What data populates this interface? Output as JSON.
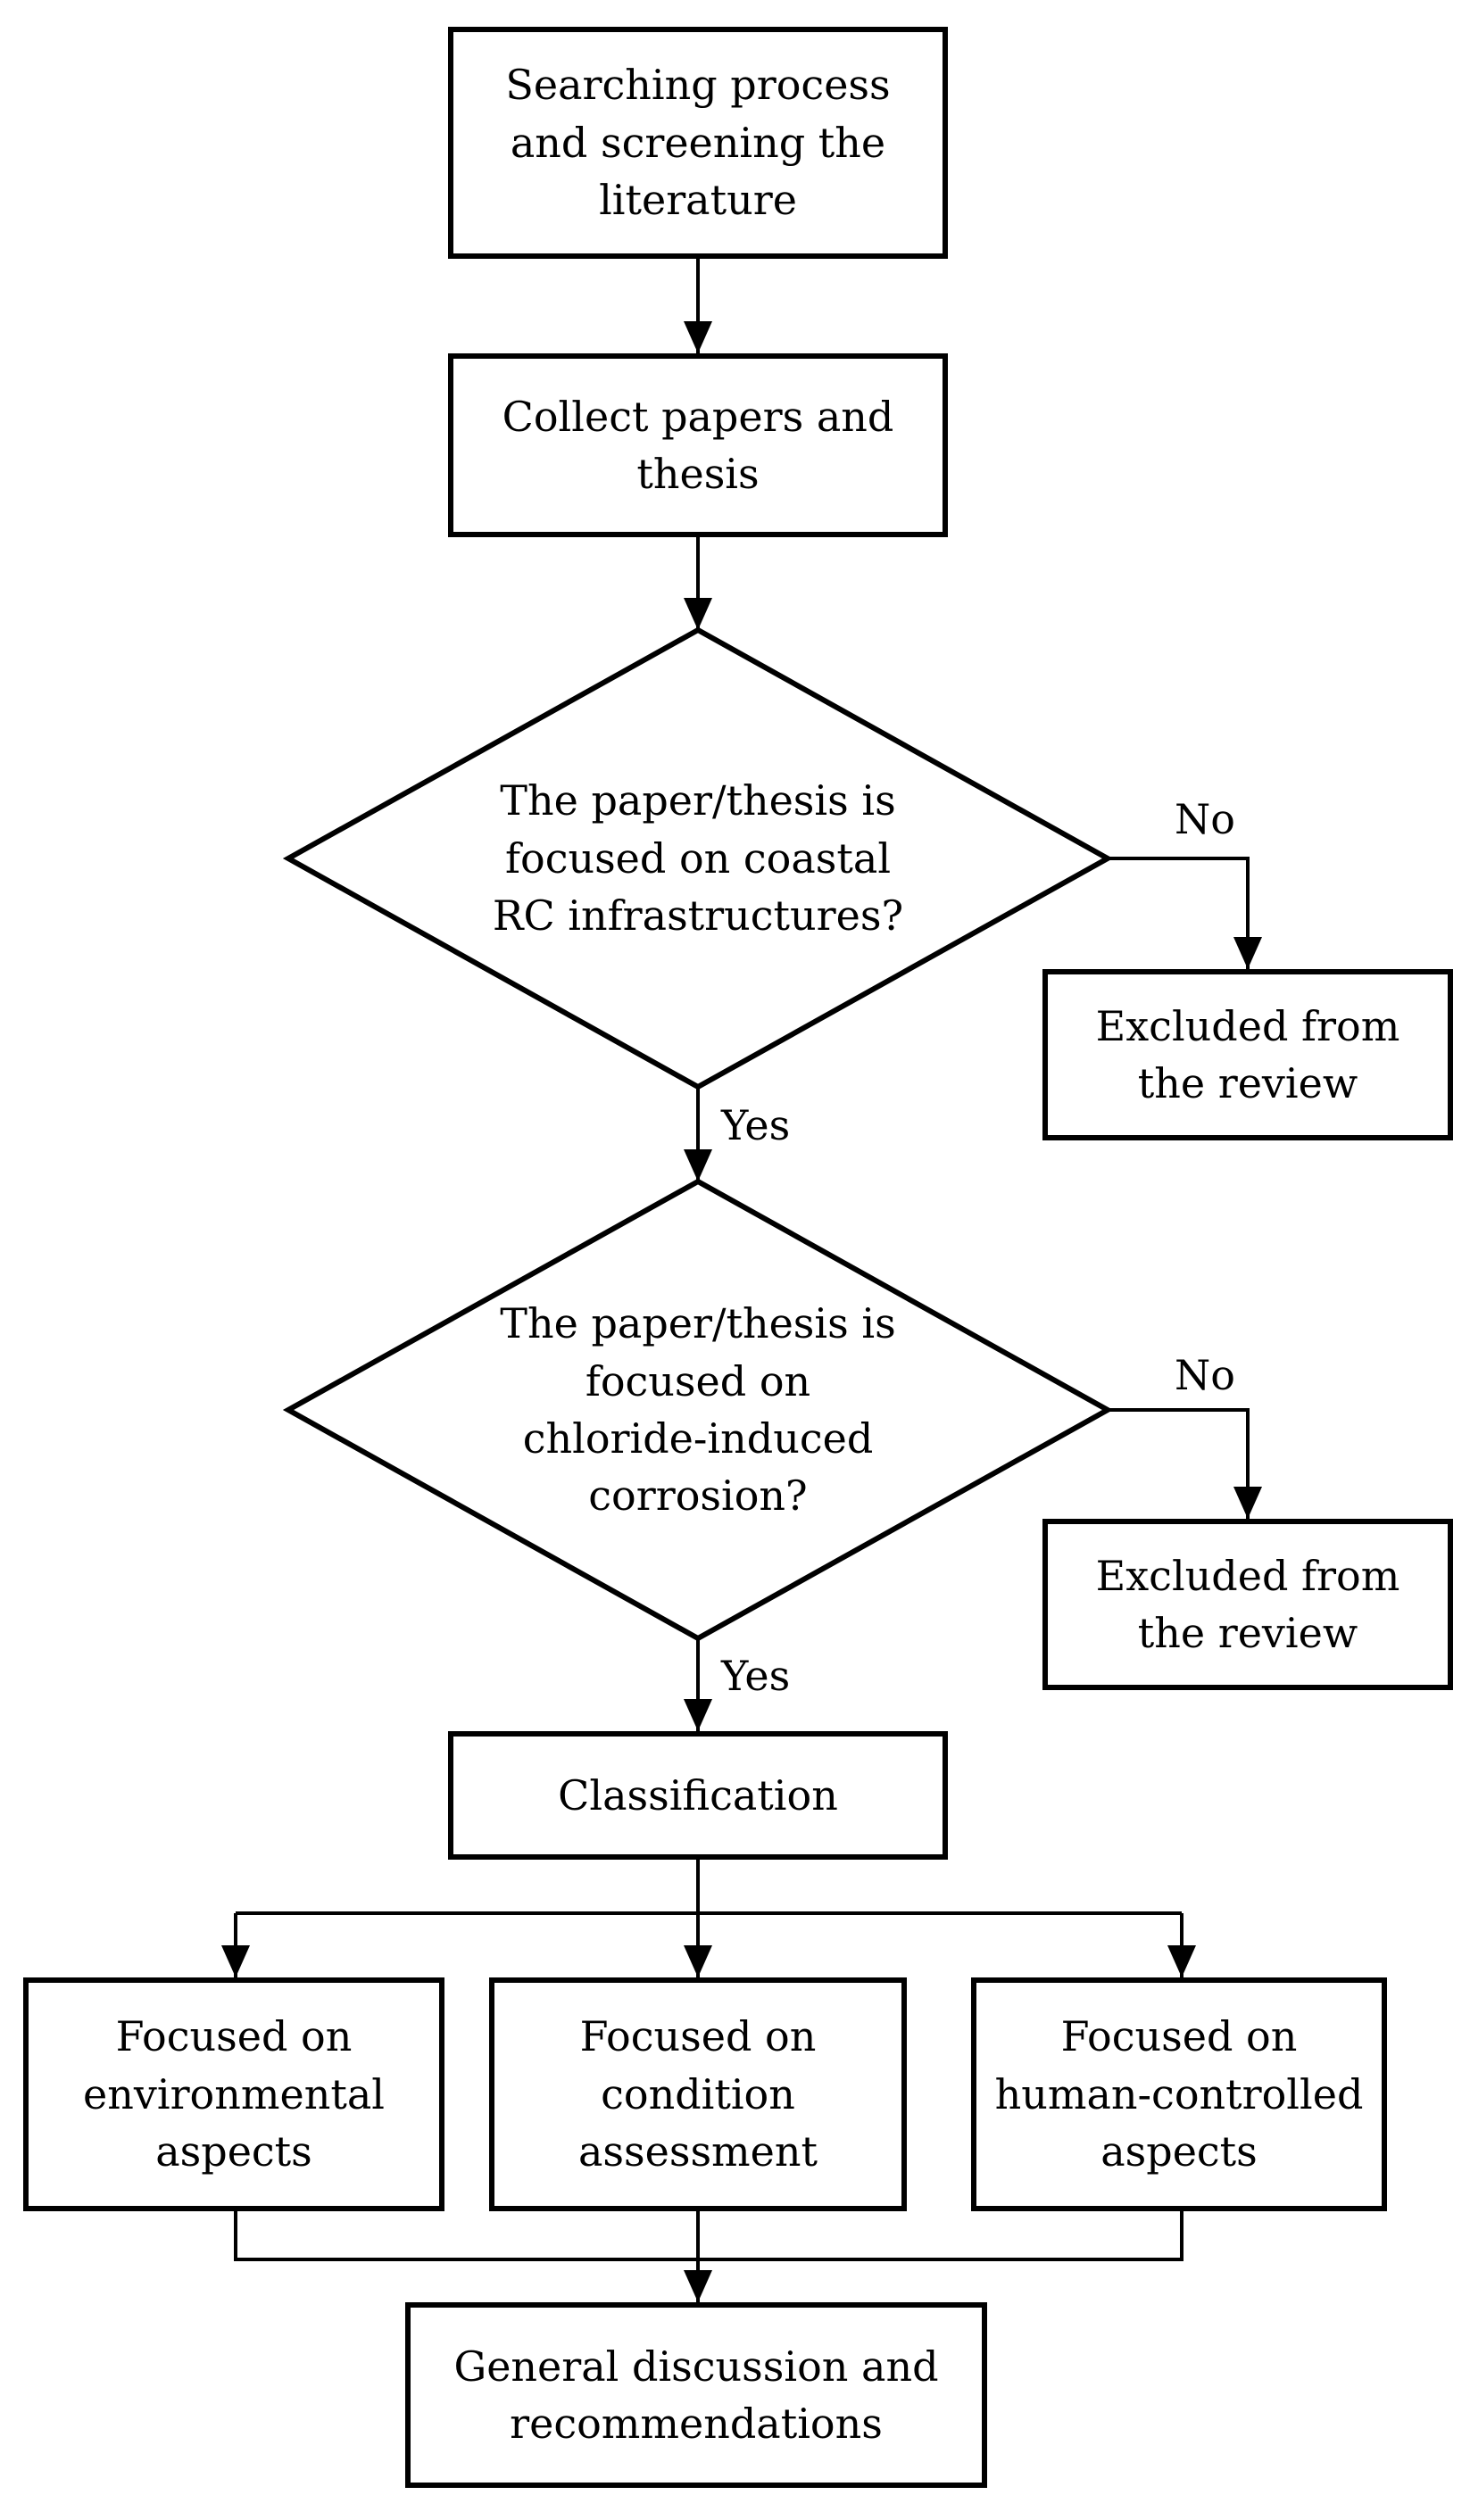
{
  "flowchart": {
    "start": "Searching process and screening the literature",
    "collect": "Collect papers and thesis",
    "decision_1": "The paper/thesis is focused on coastal RC infrastructures?",
    "decision_2": "The paper/thesis is focused on chloride-induced corrosion?",
    "excluded_1": "Excluded from the review",
    "excluded_2": "Excluded from the review",
    "no_label_1": "No",
    "no_label_2": "No",
    "yes_label_1": "Yes",
    "yes_label_2": "Yes",
    "classification": "Classification",
    "environmental": "Focused on environmental aspects",
    "condition": "Focused on condition assessment",
    "human": "Focused on human-controlled aspects",
    "discussion": "General discussion and recommendations"
  }
}
